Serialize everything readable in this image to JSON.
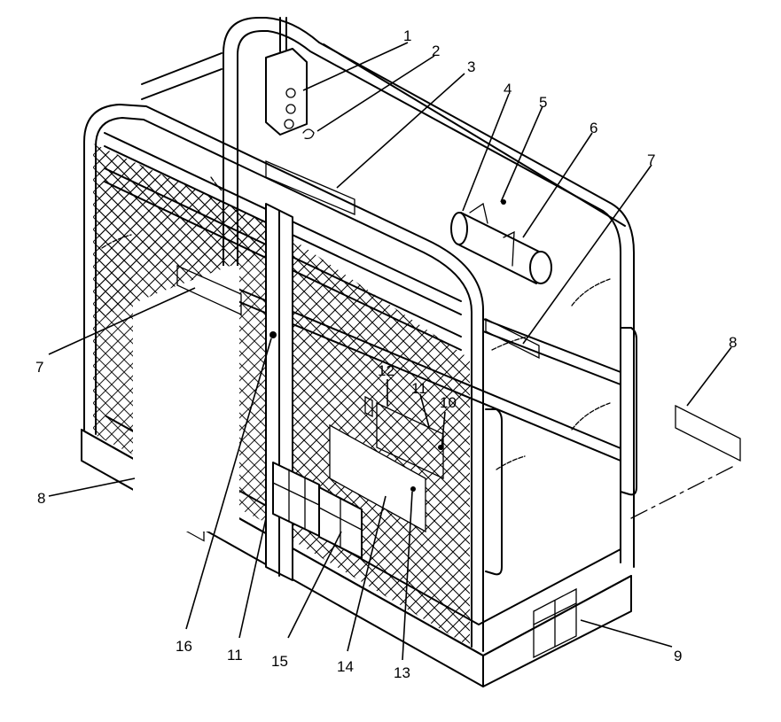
{
  "callouts": [
    {
      "id": "c1",
      "label": "1"
    },
    {
      "id": "c2",
      "label": "2"
    },
    {
      "id": "c3",
      "label": "3"
    },
    {
      "id": "c4",
      "label": "4"
    },
    {
      "id": "c5",
      "label": "5"
    },
    {
      "id": "c6",
      "label": "6"
    },
    {
      "id": "c7a",
      "label": "7"
    },
    {
      "id": "c7b",
      "label": "7"
    },
    {
      "id": "c8a",
      "label": "8"
    },
    {
      "id": "c8b",
      "label": "8"
    },
    {
      "id": "c9",
      "label": "9"
    },
    {
      "id": "c10",
      "label": "10"
    },
    {
      "id": "c11a",
      "label": "11"
    },
    {
      "id": "c11b",
      "label": "11"
    },
    {
      "id": "c12",
      "label": "12"
    },
    {
      "id": "c13",
      "label": "13"
    },
    {
      "id": "c14",
      "label": "14"
    },
    {
      "id": "c15",
      "label": "15"
    },
    {
      "id": "c16",
      "label": "16"
    }
  ],
  "colors": {
    "line": "#000000",
    "background": "#ffffff"
  }
}
